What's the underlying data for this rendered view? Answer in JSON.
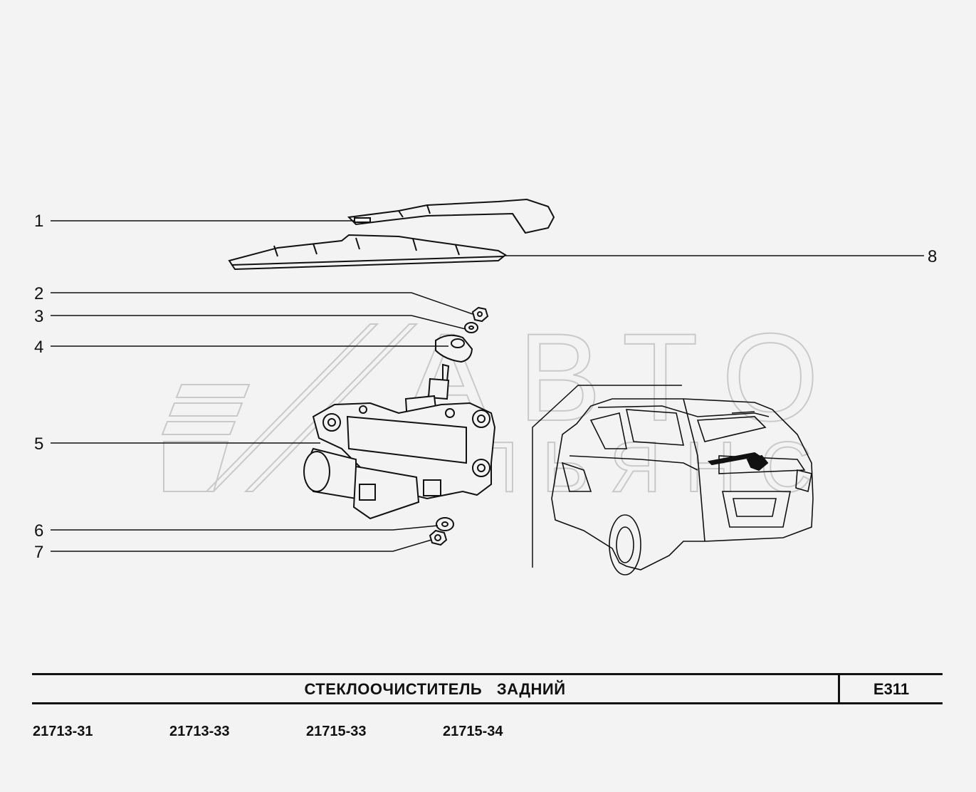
{
  "callouts": [
    "1",
    "2",
    "3",
    "4",
    "5",
    "6",
    "7",
    "8"
  ],
  "watermark": {
    "line1": "АВТО",
    "line2": "АЛЬЯНС"
  },
  "title": {
    "name": "СТЕКЛООЧИСТИТЕЛЬ ЗАДНИЙ",
    "code": "E311"
  },
  "models": [
    "21713-31",
    "21713-33",
    "21715-33",
    "21715-34"
  ]
}
